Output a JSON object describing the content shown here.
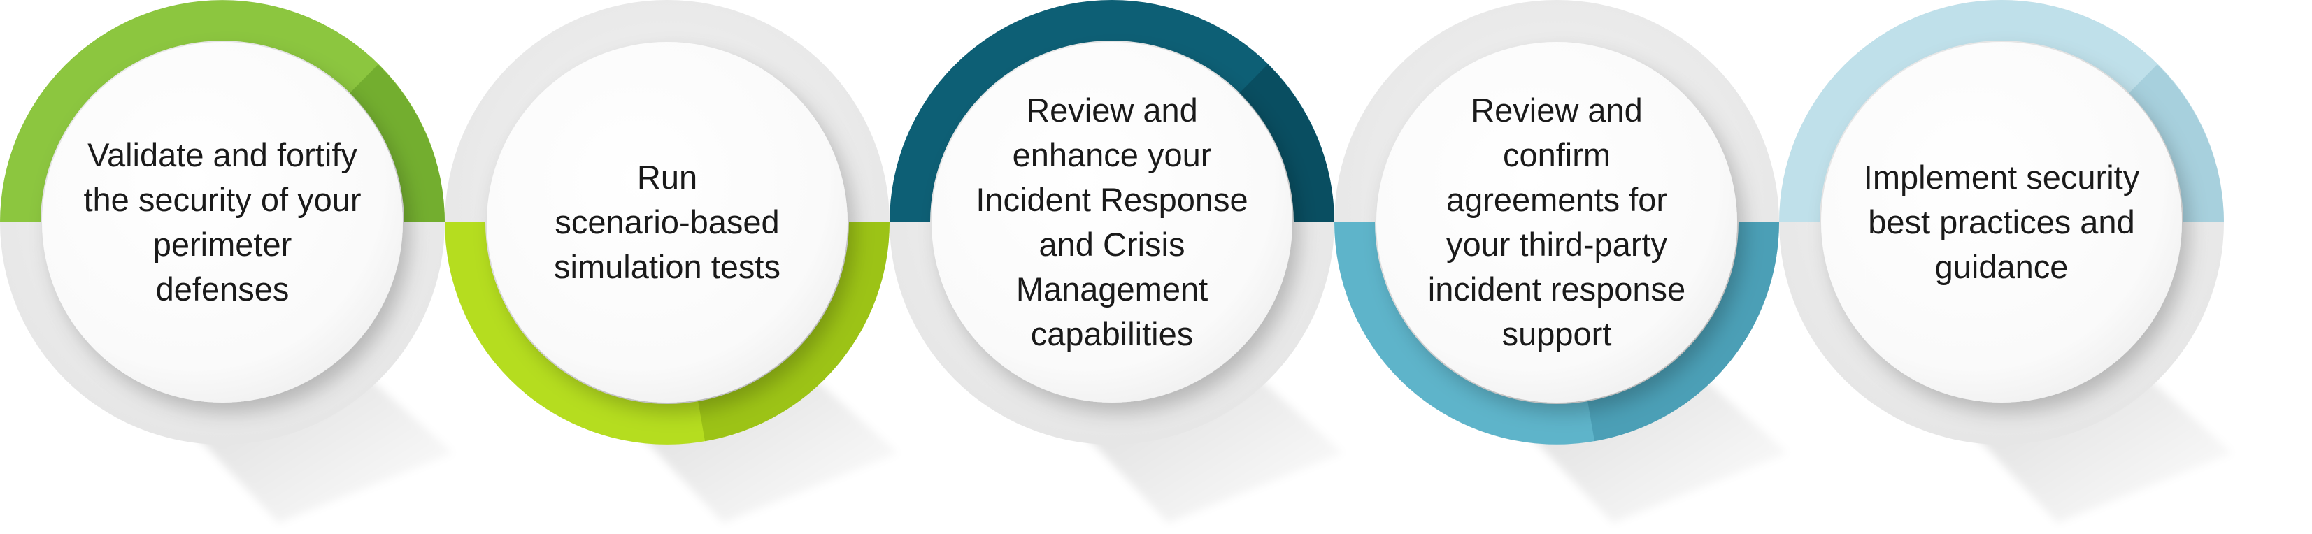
{
  "steps": [
    {
      "lines": [
        "Validate and fortify",
        "the security of your",
        "perimeter",
        "defenses"
      ],
      "color": "#8cc63f",
      "color_dark": "#5f9a22",
      "arc": "top"
    },
    {
      "lines": [
        "Run",
        "scenario-based",
        "simulation tests"
      ],
      "color": "#b5dd1f",
      "color_dark": "#86ad0e",
      "arc": "bottom"
    },
    {
      "lines": [
        "Review and",
        "enhance your",
        "Incident Response",
        "and Crisis",
        "Management",
        "capabilities"
      ],
      "color": "#0d5f75",
      "color_dark": "#073f50",
      "arc": "top"
    },
    {
      "lines": [
        "Review and",
        "confirm",
        "agreements for",
        "your third-party",
        "incident response",
        "support"
      ],
      "color": "#5eb4ca",
      "color_dark": "#3c8ea5",
      "arc": "bottom"
    },
    {
      "lines": [
        "Implement security",
        "best practices and",
        "guidance"
      ],
      "color": "#bfe0ea",
      "color_dark": "#93c3d2",
      "arc": "top"
    }
  ]
}
